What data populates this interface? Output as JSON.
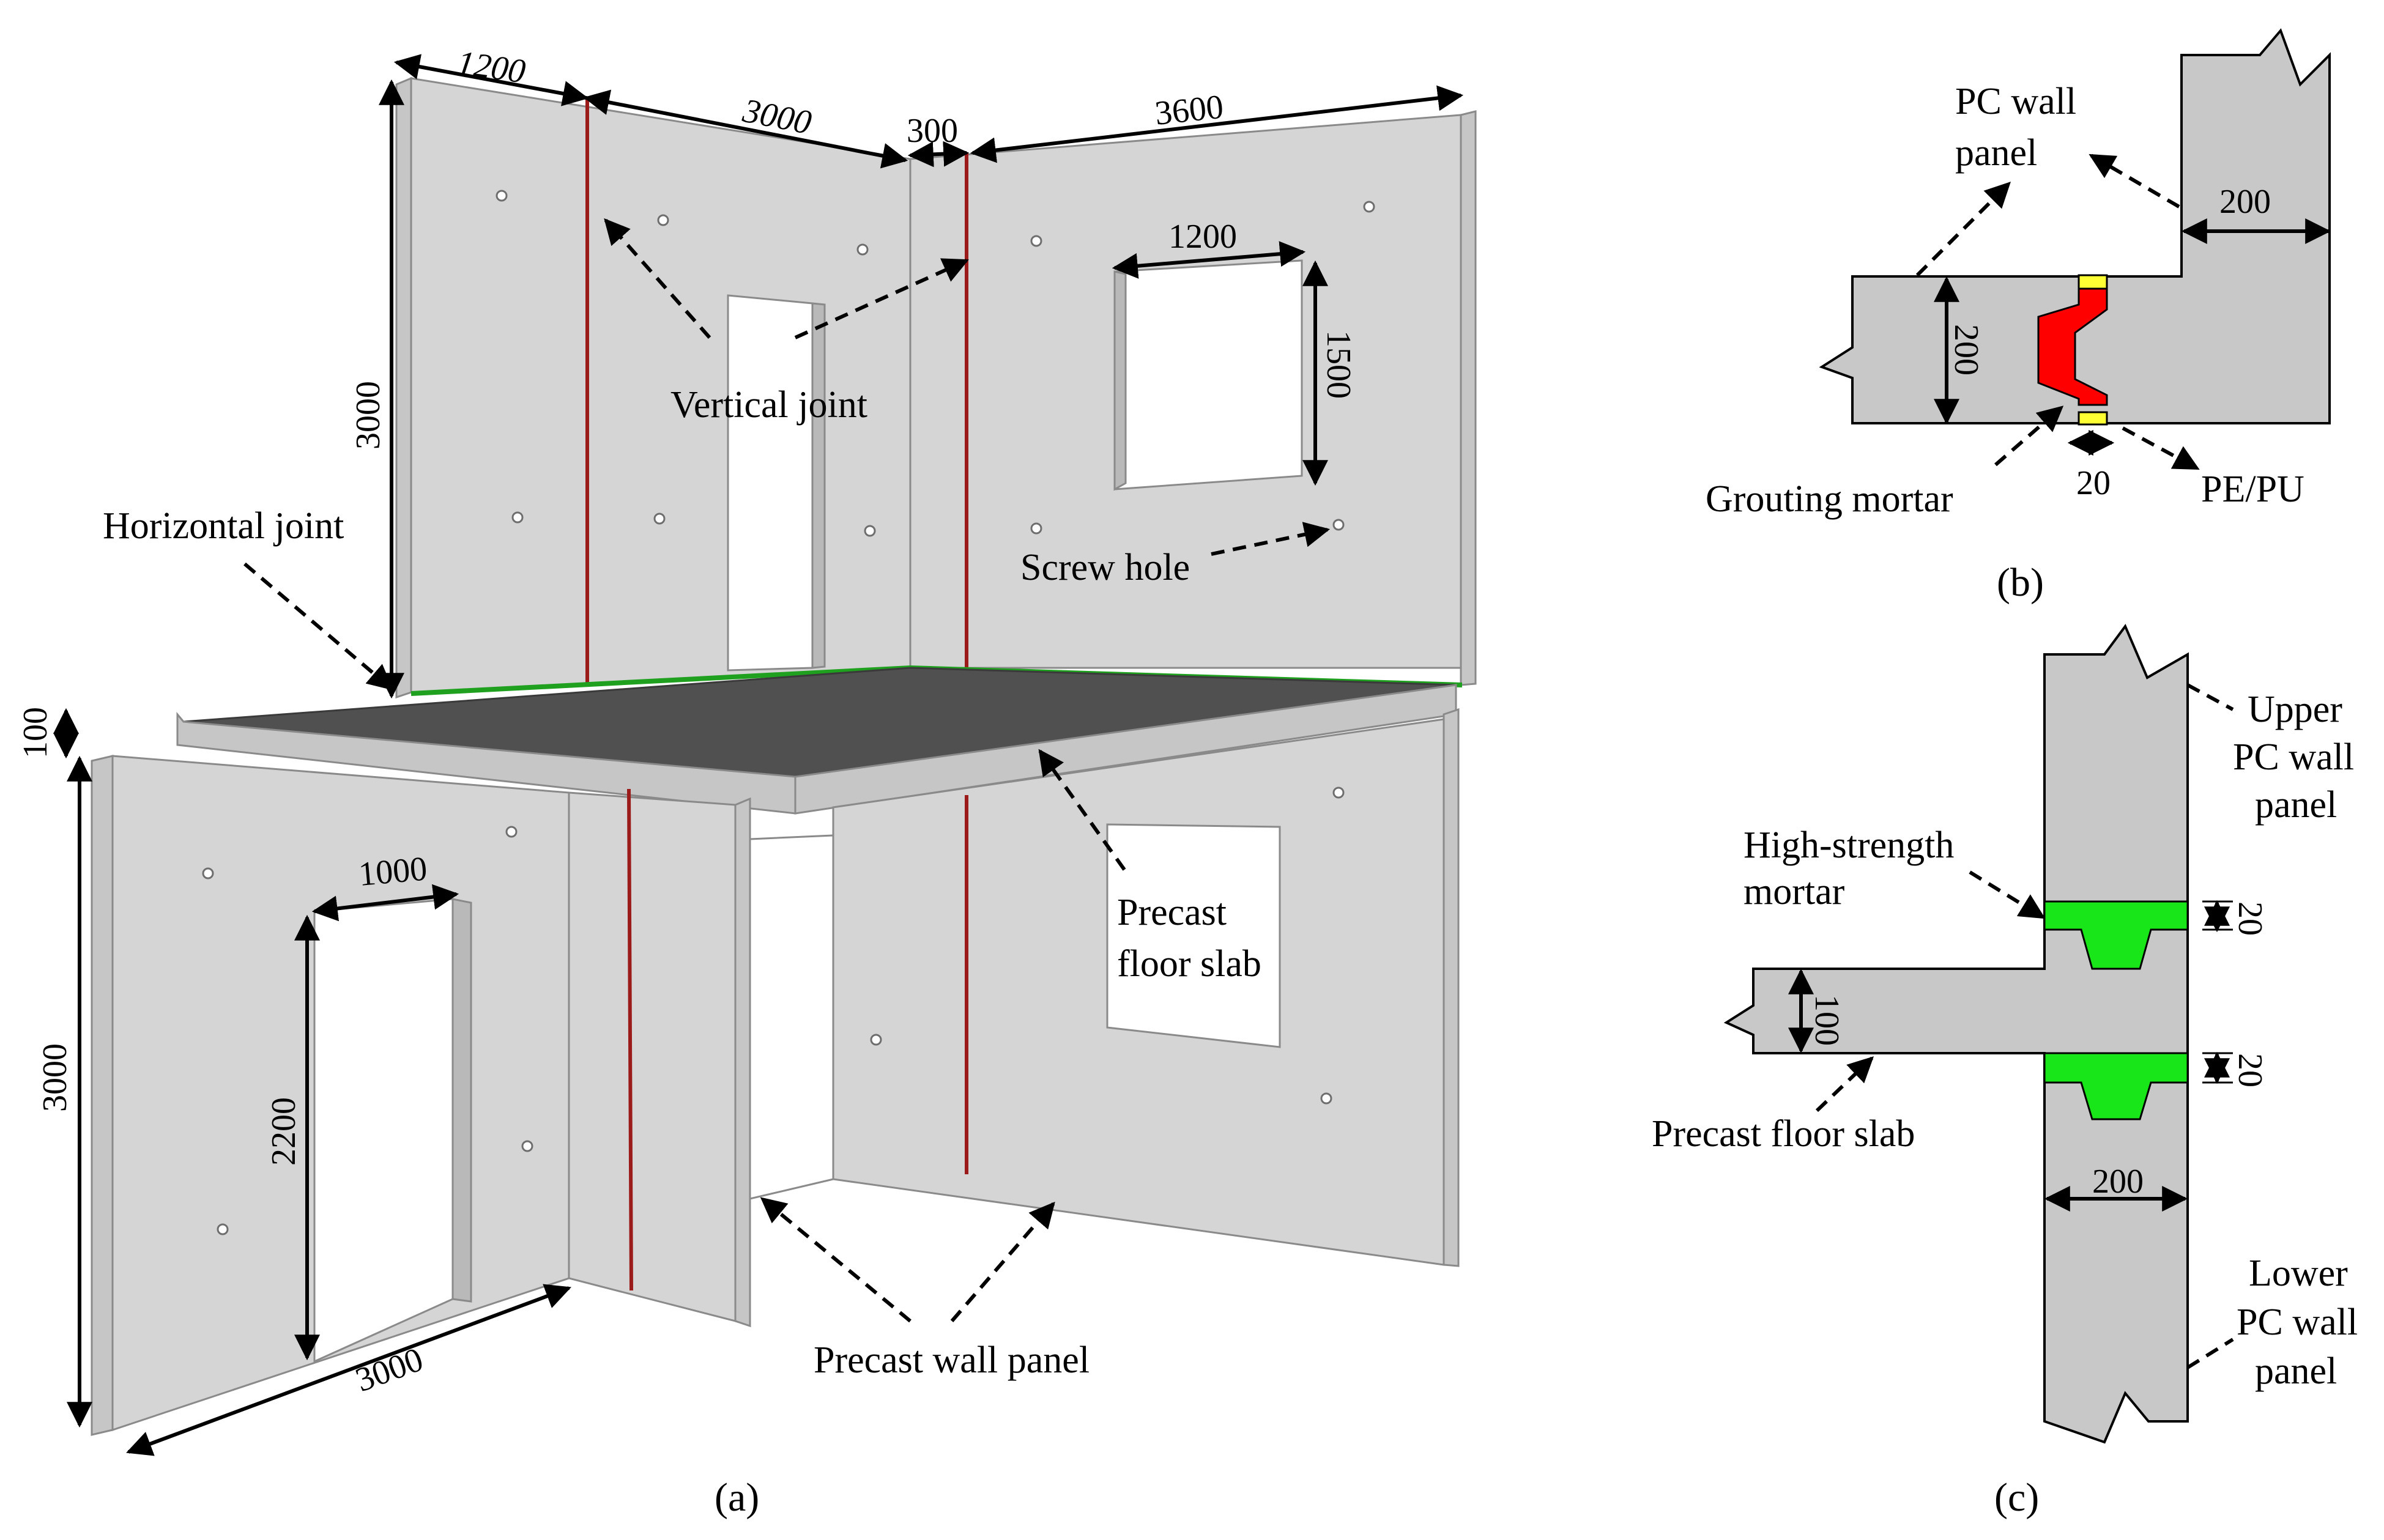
{
  "panel_a": {
    "caption": "(a)",
    "dimensions": {
      "upper_left_width": "1200",
      "upper_mid_width": "3000",
      "upper_gap": "300",
      "upper_right_width": "3600",
      "upper_height": "3000",
      "window_width": "1200",
      "window_height": "1500",
      "slab_thickness": "100",
      "lower_height": "3000",
      "door_width": "1000",
      "door_height": "2200",
      "lower_length": "3000"
    },
    "labels": {
      "vertical_joint": "Vertical joint",
      "horizontal_joint": "Horizontal joint",
      "screw_hole": "Screw hole",
      "floor_slab_line1": "Precast",
      "floor_slab_line2": "floor slab",
      "wall_panel": "Precast wall panel"
    }
  },
  "panel_b": {
    "caption": "(b)",
    "labels": {
      "pc_wall_line1": "PC wall",
      "pc_wall_line2": "panel",
      "grouting_mortar": "Grouting mortar",
      "pe_pu": "PE/PU"
    },
    "dimensions": {
      "wall_thickness_h": "200",
      "wall_thickness_v": "200",
      "sealant_width": "20"
    },
    "colors": {
      "grout": "#ff0000",
      "sealant": "#ffff33"
    }
  },
  "panel_c": {
    "caption": "(c)",
    "labels": {
      "upper_line1": "Upper",
      "upper_line2": "PC wall",
      "upper_line3": "panel",
      "mortar_line1": "High-strength",
      "mortar_line2": "mortar",
      "slab": "Precast floor slab",
      "lower_line1": "Lower",
      "lower_line2": "PC wall",
      "lower_line3": "panel"
    },
    "dimensions": {
      "mortar_top": "20",
      "mortar_bottom": "20",
      "slab_thickness": "100",
      "wall_thickness": "200"
    },
    "colors": {
      "mortar": "#19e619"
    }
  }
}
